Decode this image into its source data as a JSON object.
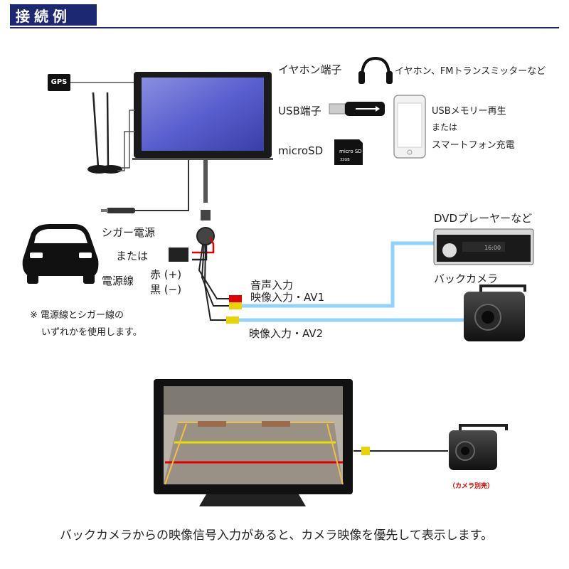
{
  "header": {
    "title": "接続例"
  },
  "monitor_top": {
    "gps": "GPS"
  },
  "outputs": {
    "earphone_label": "イヤホン端子",
    "earphone_note": "イヤホン、FMトランスミッターなど",
    "usb_label": "USB端子",
    "usb_note_1": "USBメモリー再生",
    "usb_note_2": "または",
    "usb_note_3": "スマートフォン充電",
    "microsd_label": "microSD",
    "microsd_card_text": "micro SD",
    "microsd_card_size": "32GB"
  },
  "power": {
    "cigar": "シガー電源",
    "or": "または",
    "power_line": "電源線",
    "red": "赤 (+)",
    "black": "黒 (−)",
    "note_1": "※ 電源線とシガー線の",
    "note_2": "いずれかを使用します。"
  },
  "inputs": {
    "audio_in": "音声入力",
    "av1": "映像入力・AV1",
    "av2": "映像入力・AV2",
    "dvd": "DVDプレーヤーなど",
    "dvd_display": "16:00",
    "camera": "バックカメラ"
  },
  "bottom": {
    "camera_sold": "（カメラ別売）",
    "caption": "バックカメラからの映像信号入力があると、カメラ映像を優先して表示します。"
  }
}
